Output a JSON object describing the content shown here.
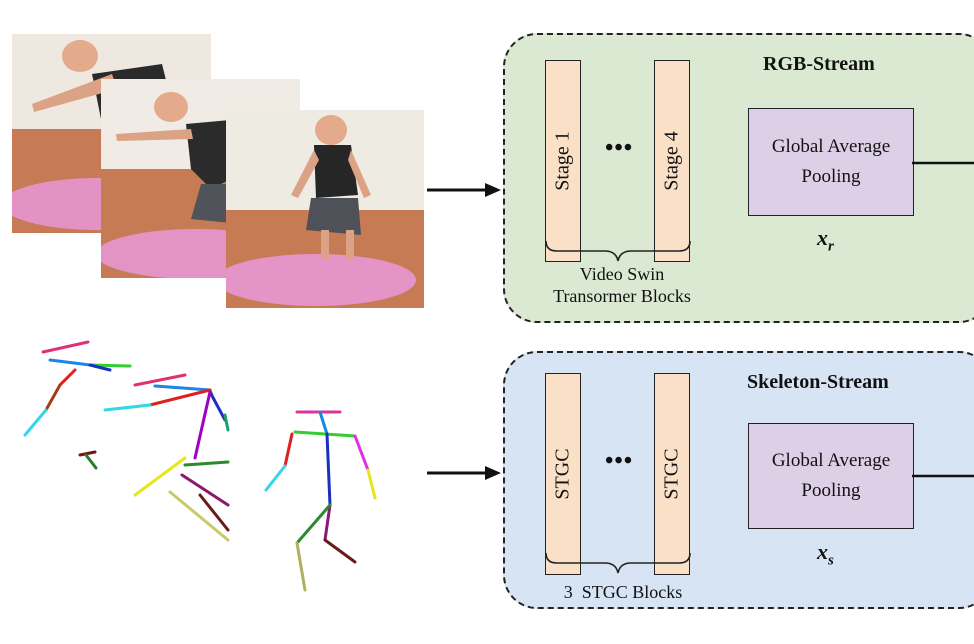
{
  "rgb_stream": {
    "title": "RGB-Stream",
    "stage_first": "Stage 1",
    "stage_last": "Stage 4",
    "ellipsis": "•••",
    "blocks_label_line1": "Video Swin",
    "blocks_label_line2": "Transormer Blocks",
    "pool_line1": "Global Average",
    "pool_line2": "Pooling",
    "feature_symbol": "x",
    "feature_sub": "r",
    "color": "#dbe9d2"
  },
  "skeleton_stream": {
    "title": "Skeleton-Stream",
    "stage_first": "STGC",
    "stage_last": "STGC",
    "ellipsis": "•••",
    "blocks_label": "3  STGC Blocks",
    "pool_line1": "Global Average",
    "pool_line2": "Pooling",
    "feature_symbol": "x",
    "feature_sub": "s",
    "color": "#d7e4f3"
  },
  "icons": [
    "video-frame-stack",
    "skeleton-pose-sequence",
    "arrow-right-icon"
  ]
}
